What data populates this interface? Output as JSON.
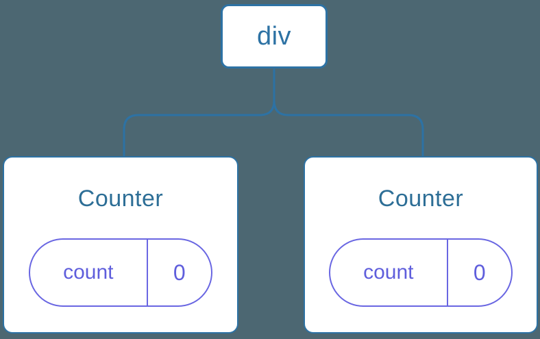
{
  "colors": {
    "background": "#4C6772",
    "node_blue": "#2D72A4",
    "title_blue": "#2D6E96",
    "pill_purple": "#6966E2",
    "pill_text": "#5F5EDC",
    "card_bg": "#FFFFFF"
  },
  "tree": {
    "root": {
      "label": "div"
    },
    "children": [
      {
        "title": "Counter",
        "state_key": "count",
        "state_value": "0"
      },
      {
        "title": "Counter",
        "state_key": "count",
        "state_value": "0"
      }
    ]
  }
}
